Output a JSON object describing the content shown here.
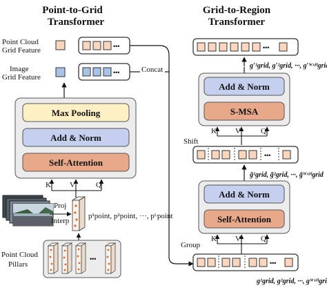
{
  "titles": {
    "left": [
      "Point-to-Grid",
      "Transformer"
    ],
    "right": [
      "Grid-to-Region",
      "Transformer"
    ]
  },
  "labels": {
    "point_cloud_grid_feature": [
      "Point Cloud",
      "Grid Feature"
    ],
    "image_grid_feature": [
      "Image",
      "Grid Feature"
    ],
    "concat": "Concat",
    "proj": "Proj",
    "interp": "Interp",
    "point_cloud_pillars": [
      "Point Cloud",
      "Pillars"
    ],
    "shift": "Shift",
    "group": "Group",
    "dots": "•••"
  },
  "left_block": {
    "max_pooling": "Max Pooling",
    "add_norm": "Add & Norm",
    "self_attention": "Self-Attention",
    "kvq": [
      "K",
      "V",
      "Q"
    ]
  },
  "right_upper_block": {
    "add_norm": "Add & Norm",
    "smsa": "S-MSA",
    "kvq": [
      "K",
      "V",
      "Q"
    ]
  },
  "right_lower_block": {
    "add_norm": "Add & Norm",
    "self_attention": "Self-Attention",
    "kvq": [
      "K",
      "V",
      "Q"
    ]
  },
  "formulas": {
    "point_seq": "p¹point, p²point, ···, pᴸpoint",
    "grid_out_prime": "g′¹grid, g′²grid, ···, g′ᵂˣᴴgrid",
    "grid_tilde": "g̃¹grid, g̃²grid, ···, g̃ᵂˣᴴgrid",
    "grid_in": "g¹grid, g²grid, ···, gᵂˣᴴgrid"
  },
  "colors": {
    "max_pooling": "#fdf0c4",
    "add_norm": "#c5d0ee",
    "self_attention": "#e7a98a",
    "feature_square": "#fbd6bf",
    "image_square": "#a9c3e6",
    "block_bg": "#ececec"
  }
}
